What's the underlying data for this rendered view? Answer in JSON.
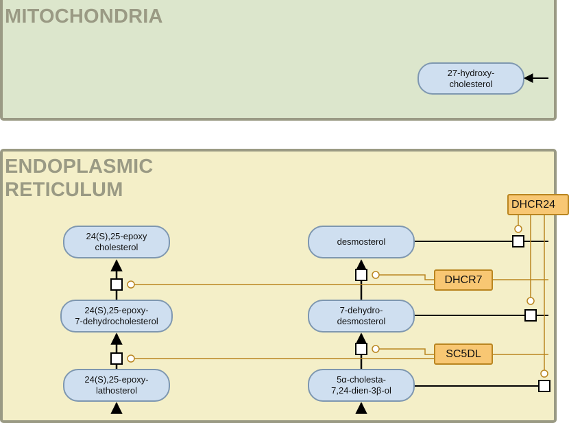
{
  "compartments": {
    "mitochondria": "MITOCHONDRIA",
    "er": "ENDOPLASMIC\nRETICULUM"
  },
  "metabolites": {
    "hydroxycholesterol": "27-hydroxy-\ncholesterol",
    "epoxycholesterol": "24(S),25-epoxy\ncholesterol",
    "epoxy_dehydrocholesterol": "24(S),25-epoxy-\n7-dehydrocholesterol",
    "epoxy_lathosterol": "24(S),25-epoxy-\nlathosterol",
    "desmosterol": "desmosterol",
    "dehydrodesmosterol": "7-dehydro-\ndesmosterol",
    "cholestadienol": "5α-cholesta-\n7,24-dien-3β-ol"
  },
  "enzymes": {
    "dhcr7": "DHCR7",
    "sc5dl": "SC5DL",
    "dhcr24": "DHCR24"
  },
  "colors": {
    "mitochondria_fill": "#dce6cc",
    "er_fill": "#f4efc8",
    "metabolite_fill": "#cfdff0",
    "enzyme_fill": "#f8c773",
    "catalysis_line": "#b98520"
  }
}
